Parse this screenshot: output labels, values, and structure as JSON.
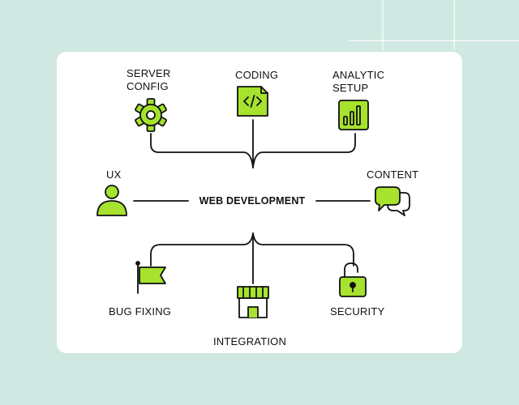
{
  "center_label": "WEB DEVELOPMENT",
  "nodes": {
    "server_config": "SERVER\nCONFIG",
    "coding": "CODING",
    "analytic_setup": "ANALYTIC\nSETUP",
    "ux": "UX",
    "content": "CONTENT",
    "bug_fixing": "BUG FIXING",
    "integration": "INTEGRATION",
    "security": "SECURITY"
  },
  "icons": {
    "server_config": "gear-icon",
    "coding": "code-file-icon",
    "analytic_setup": "bar-chart-icon",
    "ux": "user-icon",
    "content": "chat-bubbles-icon",
    "bug_fixing": "flag-icon",
    "integration": "storefront-icon",
    "security": "unlocked-padlock-icon"
  },
  "colors": {
    "background": "#cfe8e1",
    "card": "#ffffff",
    "accent": "#a6e22e",
    "stroke": "#111111"
  }
}
